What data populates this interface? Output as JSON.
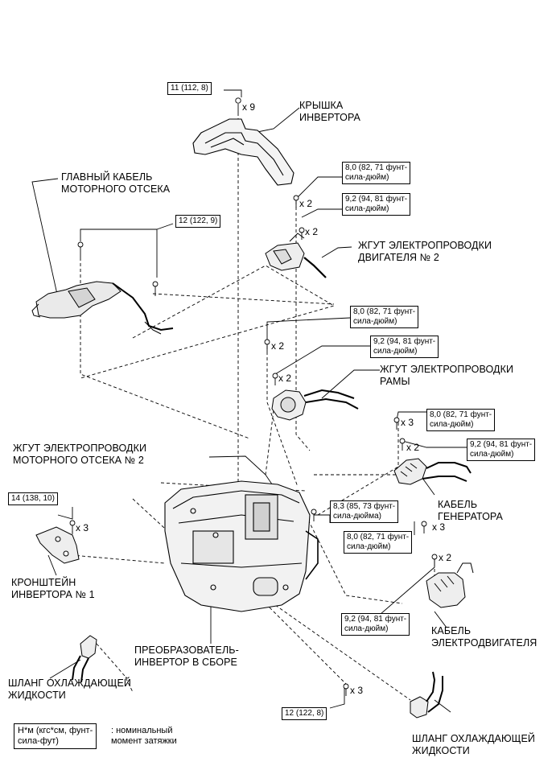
{
  "labels": {
    "inverter_cover": "КРЫШКА\nИНВЕРТОРА",
    "main_cable": "ГЛАВНЫЙ КАБЕЛЬ\nМОТОРНОГО ОТСЕКА",
    "engine_harness2": "ЖГУТ ЭЛЕКТРОПРОВОДКИ\nДВИГАТЕЛЯ № 2",
    "frame_harness": "ЖГУТ ЭЛЕКТРОПРОВОДКИ\nРАМЫ",
    "engine_room_harness2": "ЖГУТ ЭЛЕКТРОПРОВОДКИ\nМОТОРНОГО ОТСЕКА № 2",
    "generator_cable": "КАБЕЛЬ\nГЕНЕРАТОРА",
    "inverter_bracket": "КРОНШТЕЙН\nИНВЕРТОРА № 1",
    "motor_cable": "КАБЕЛЬ\nЭЛЕКТРОДВИГАТЕЛЯ",
    "converter_assy": "ПРЕОБРАЗОВАТЕЛЬ-\nИНВЕРТОР В СБОРЕ",
    "coolant_hose_left": "ШЛАНГ ОХЛАЖДАЮЩЕЙ\nЖИДКОСТИ",
    "coolant_hose_right": "ШЛАНГ ОХЛАЖДАЮЩЕЙ\nЖИДКОСТИ"
  },
  "torque": {
    "t1": "11 (112, 8)",
    "t2": "8,0 (82, 71 фунт-\nсила-дюйм)",
    "t3": "9,2 (94, 81 фунт-\nсила-дюйм)",
    "t4": "12 (122, 9)",
    "t5": "8,0 (82, 71 фунт-\nсила-дюйм)",
    "t6": "9,2 (94, 81 фунт-\nсила-дюйм)",
    "t7": "8,0 (82, 71 фунт-\nсила-дюйм)",
    "t8": "9,2 (94, 81 фунт-\nсила-дюйм)",
    "t9": "14 (138, 10)",
    "t10": "8,3 (85, 73 фунт-\nсила-дюйма)",
    "t11": "8,0 (82, 71 фунт-\nсила-дюйм)",
    "t12": "9,2 (94, 81 фунт-\nсила-дюйм)",
    "t13": "12 (122, 8)"
  },
  "quantities": {
    "q1": "x 9",
    "q2": "x 2",
    "q3": "x 2",
    "q4": "x 2",
    "q5": "x 2",
    "q6": "x 3",
    "q7": "x 2",
    "q8": "x 3",
    "q9": "x 3",
    "q10": "x 2",
    "q11": "x 3"
  },
  "legend": {
    "unit": "Н*м (кгс*см, фунт-\nсила-фут)",
    "meaning": ": номинальный\nмомент затяжки"
  }
}
